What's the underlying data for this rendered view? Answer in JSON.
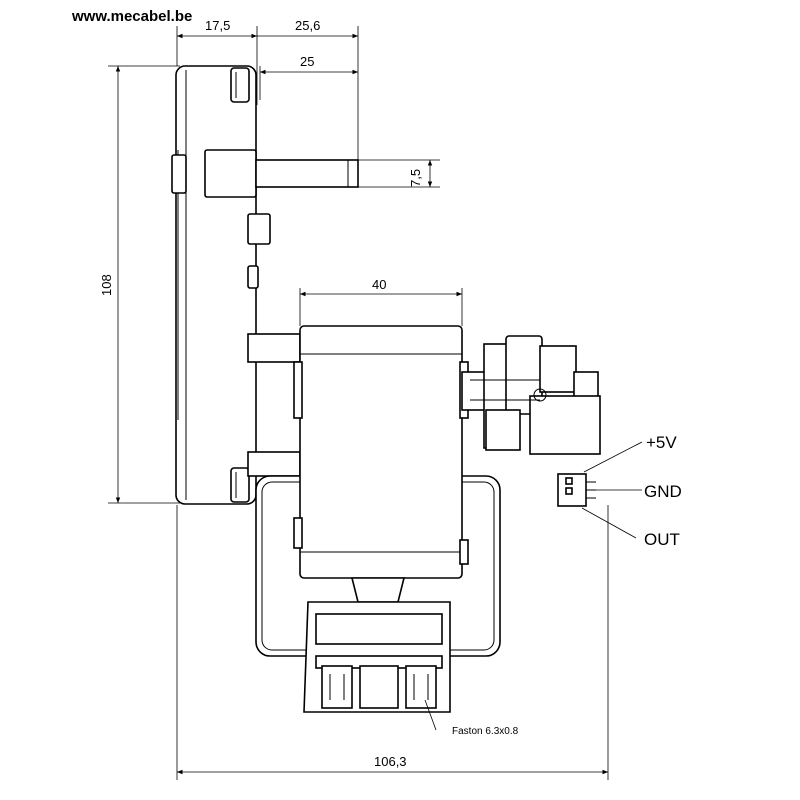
{
  "header": {
    "website": "www.mecabel.be"
  },
  "dimensions": {
    "top_cut": "17,5",
    "top_total": "25,6",
    "shaft_length": "25",
    "shaft_diameter": "7,5",
    "height": "108",
    "motor_width": "40",
    "total_width": "106,3"
  },
  "connector": {
    "pin1": "+5V",
    "pin2": "GND",
    "pin3": "OUT"
  },
  "terminal_note": "Faston 6.3x0.8"
}
